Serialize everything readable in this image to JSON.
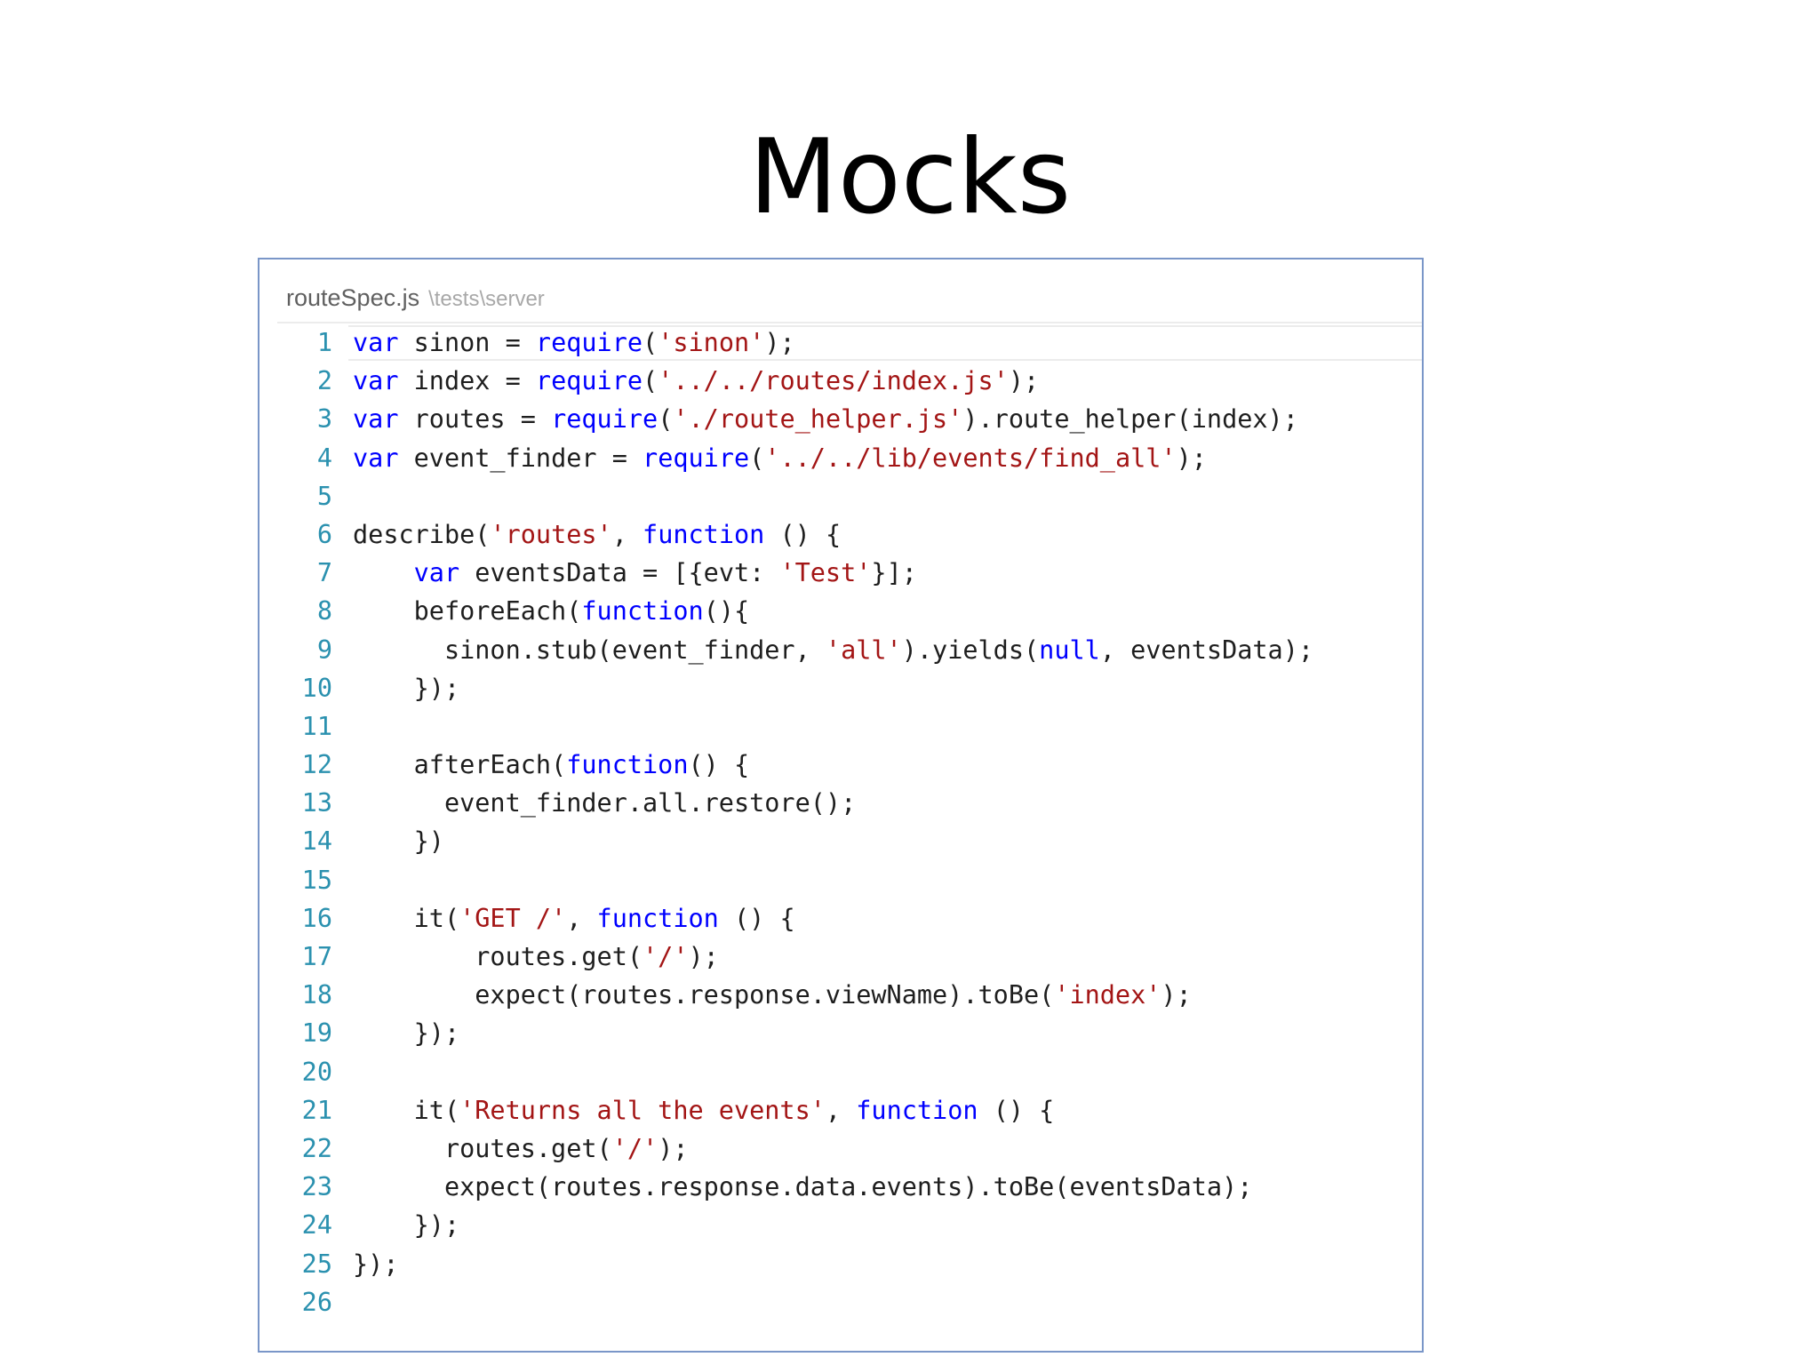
{
  "slide": {
    "title": "Mocks"
  },
  "editor": {
    "filename": "routeSpec.js",
    "path": "\\tests\\server",
    "colors": {
      "keyword": "#0000ff",
      "string": "#a31515",
      "plain": "#1e1e1e",
      "line_number": "#2b91af",
      "border": "#7a96c8"
    },
    "lines": [
      {
        "number": "1",
        "tokens": [
          {
            "t": "kw",
            "v": "var"
          },
          {
            "t": "pl",
            "v": " sinon = "
          },
          {
            "t": "kw",
            "v": "require"
          },
          {
            "t": "pl",
            "v": "("
          },
          {
            "t": "str",
            "v": "'sinon'"
          },
          {
            "t": "pl",
            "v": ");"
          }
        ]
      },
      {
        "number": "2",
        "tokens": [
          {
            "t": "kw",
            "v": "var"
          },
          {
            "t": "pl",
            "v": " index = "
          },
          {
            "t": "kw",
            "v": "require"
          },
          {
            "t": "pl",
            "v": "("
          },
          {
            "t": "str",
            "v": "'../../routes/index.js'"
          },
          {
            "t": "pl",
            "v": ");"
          }
        ]
      },
      {
        "number": "3",
        "tokens": [
          {
            "t": "kw",
            "v": "var"
          },
          {
            "t": "pl",
            "v": " routes = "
          },
          {
            "t": "kw",
            "v": "require"
          },
          {
            "t": "pl",
            "v": "("
          },
          {
            "t": "str",
            "v": "'./route_helper.js'"
          },
          {
            "t": "pl",
            "v": ").route_helper(index);"
          }
        ]
      },
      {
        "number": "4",
        "tokens": [
          {
            "t": "kw",
            "v": "var"
          },
          {
            "t": "pl",
            "v": " event_finder = "
          },
          {
            "t": "kw",
            "v": "require"
          },
          {
            "t": "pl",
            "v": "("
          },
          {
            "t": "str",
            "v": "'../../lib/events/find_all'"
          },
          {
            "t": "pl",
            "v": ");"
          }
        ]
      },
      {
        "number": "5",
        "tokens": []
      },
      {
        "number": "6",
        "tokens": [
          {
            "t": "pl",
            "v": "describe("
          },
          {
            "t": "str",
            "v": "'routes'"
          },
          {
            "t": "pl",
            "v": ", "
          },
          {
            "t": "kw",
            "v": "function"
          },
          {
            "t": "pl",
            "v": " () {"
          }
        ]
      },
      {
        "number": "7",
        "tokens": [
          {
            "t": "pl",
            "v": "    "
          },
          {
            "t": "kw",
            "v": "var"
          },
          {
            "t": "pl",
            "v": " eventsData = [{evt: "
          },
          {
            "t": "str",
            "v": "'Test'"
          },
          {
            "t": "pl",
            "v": "}];"
          }
        ]
      },
      {
        "number": "8",
        "tokens": [
          {
            "t": "pl",
            "v": "    beforeEach("
          },
          {
            "t": "kw",
            "v": "function"
          },
          {
            "t": "pl",
            "v": "(){"
          }
        ]
      },
      {
        "number": "9",
        "tokens": [
          {
            "t": "pl",
            "v": "      sinon.stub(event_finder, "
          },
          {
            "t": "str",
            "v": "'all'"
          },
          {
            "t": "pl",
            "v": ").yields("
          },
          {
            "t": "kw",
            "v": "null"
          },
          {
            "t": "pl",
            "v": ", eventsData);"
          }
        ]
      },
      {
        "number": "10",
        "tokens": [
          {
            "t": "pl",
            "v": "    });"
          }
        ]
      },
      {
        "number": "11",
        "tokens": []
      },
      {
        "number": "12",
        "tokens": [
          {
            "t": "pl",
            "v": "    afterEach("
          },
          {
            "t": "kw",
            "v": "function"
          },
          {
            "t": "pl",
            "v": "() {"
          }
        ]
      },
      {
        "number": "13",
        "tokens": [
          {
            "t": "pl",
            "v": "      event_finder.all.restore();"
          }
        ]
      },
      {
        "number": "14",
        "tokens": [
          {
            "t": "pl",
            "v": "    })"
          }
        ]
      },
      {
        "number": "15",
        "tokens": []
      },
      {
        "number": "16",
        "tokens": [
          {
            "t": "pl",
            "v": "    it("
          },
          {
            "t": "str",
            "v": "'GET /'"
          },
          {
            "t": "pl",
            "v": ", "
          },
          {
            "t": "kw",
            "v": "function"
          },
          {
            "t": "pl",
            "v": " () {"
          }
        ]
      },
      {
        "number": "17",
        "tokens": [
          {
            "t": "pl",
            "v": "        routes.get("
          },
          {
            "t": "str",
            "v": "'/'"
          },
          {
            "t": "pl",
            "v": ");"
          }
        ]
      },
      {
        "number": "18",
        "tokens": [
          {
            "t": "pl",
            "v": "        expect(routes.response.viewName).toBe("
          },
          {
            "t": "str",
            "v": "'index'"
          },
          {
            "t": "pl",
            "v": ");"
          }
        ]
      },
      {
        "number": "19",
        "tokens": [
          {
            "t": "pl",
            "v": "    });"
          }
        ]
      },
      {
        "number": "20",
        "tokens": []
      },
      {
        "number": "21",
        "tokens": [
          {
            "t": "pl",
            "v": "    it("
          },
          {
            "t": "str",
            "v": "'Returns all the events'"
          },
          {
            "t": "pl",
            "v": ", "
          },
          {
            "t": "kw",
            "v": "function"
          },
          {
            "t": "pl",
            "v": " () {"
          }
        ]
      },
      {
        "number": "22",
        "tokens": [
          {
            "t": "pl",
            "v": "      routes.get("
          },
          {
            "t": "str",
            "v": "'/'"
          },
          {
            "t": "pl",
            "v": ");"
          }
        ]
      },
      {
        "number": "23",
        "tokens": [
          {
            "t": "pl",
            "v": "      expect(routes.response.data.events).toBe(eventsData);"
          }
        ]
      },
      {
        "number": "24",
        "tokens": [
          {
            "t": "pl",
            "v": "    });"
          }
        ]
      },
      {
        "number": "25",
        "tokens": [
          {
            "t": "pl",
            "v": "});"
          }
        ]
      },
      {
        "number": "26",
        "tokens": []
      }
    ]
  }
}
